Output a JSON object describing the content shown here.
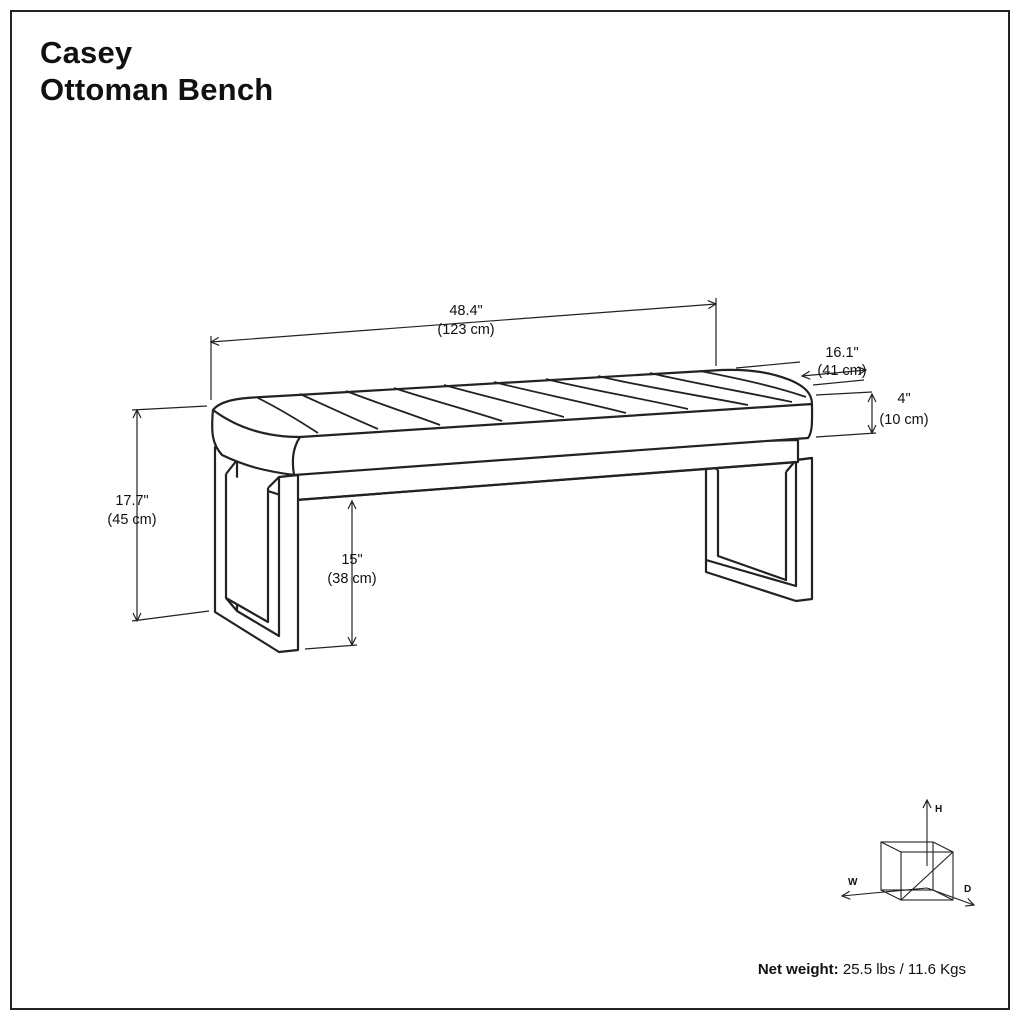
{
  "title": {
    "line1": "Casey",
    "line2": "Ottoman Bench"
  },
  "dimensions": {
    "width": {
      "in": "48.4\"",
      "cm": "(123 cm)"
    },
    "depth": {
      "in": "16.1\"",
      "cm": "(41 cm)"
    },
    "cushion": {
      "in": "4\"",
      "cm": "(10 cm)"
    },
    "height": {
      "in": "17.7\"",
      "cm": "(45 cm)"
    },
    "under_height": {
      "in": "15\"",
      "cm": "(38 cm)"
    }
  },
  "axes": {
    "h": "H",
    "w": "W",
    "d": "D"
  },
  "weight": {
    "label": "Net weight:",
    "value": "25.5 lbs / 11.6 Kgs"
  }
}
